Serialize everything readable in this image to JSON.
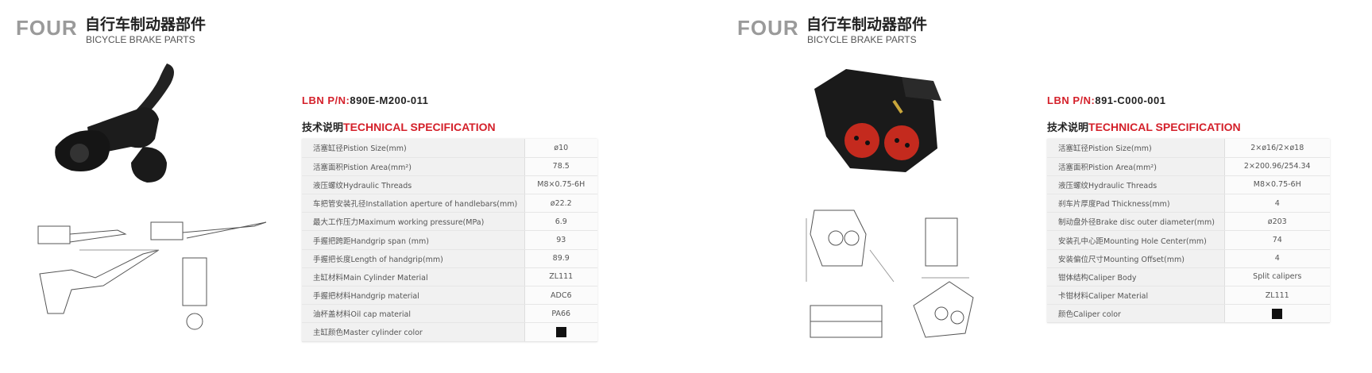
{
  "pages": [
    {
      "section": "FOUR",
      "title_cn": "自行车制动器部件",
      "title_en": "BICYCLE BRAKE PARTS",
      "pn_prefix": "LBN  P/N:",
      "pn": "890E-M200-011",
      "spec_cn": "技术说明",
      "spec_en": "TECHNICAL SPECIFICATION",
      "rows": [
        {
          "label": "活塞缸径Pistion Size(mm)",
          "value": "ø10"
        },
        {
          "label": "活塞面积Pistion Area(mm²)",
          "value": "78.5"
        },
        {
          "label": "液压螺纹Hydraulic Threads",
          "value": "M8×0.75-6H"
        },
        {
          "label": "车把管安装孔径Installation aperture of handlebars(mm)",
          "value": "ø22.2"
        },
        {
          "label": "最大工作压力Maximum working pressure(MPa)",
          "value": "6.9"
        },
        {
          "label": "手握把跨距Handgrip span (mm)",
          "value": "93"
        },
        {
          "label": "手握把长度Length of handgrip(mm)",
          "value": "89.9"
        },
        {
          "label": "主缸材料Main Cylinder Material",
          "value": "ZL111"
        },
        {
          "label": "手握把材料Handgrip material",
          "value": "ADC6"
        },
        {
          "label": "油杯盖材料Oil cap material",
          "value": "PA66"
        },
        {
          "label": "主缸颜色Master cylinder color",
          "value": "",
          "swatch": "#111111"
        }
      ]
    },
    {
      "section": "FOUR",
      "title_cn": "自行车制动器部件",
      "title_en": "BICYCLE BRAKE PARTS",
      "pn_prefix": "LBN  P/N:",
      "pn": "891-C000-001",
      "spec_cn": "技术说明",
      "spec_en": "TECHNICAL SPECIFICATION",
      "rows": [
        {
          "label": "活塞缸径Pistion Size(mm)",
          "value": "2×ø16/2×ø18"
        },
        {
          "label": "活塞面积Pistion Area(mm²)",
          "value": "2×200.96/254.34"
        },
        {
          "label": "液压螺纹Hydraulic Threads",
          "value": "M8×0.75-6H"
        },
        {
          "label": "刹车片厚度Pad Thickness(mm)",
          "value": "4"
        },
        {
          "label": "制动盘外径Brake disc outer diameter(mm)",
          "value": "ø203"
        },
        {
          "label": "安装孔中心距Mounting Hole Center(mm)",
          "value": "74"
        },
        {
          "label": "安装偏位尺寸Mounting Offset(mm)",
          "value": "4"
        },
        {
          "label": "钳体结构Caliper Body",
          "value": "Split calipers"
        },
        {
          "label": "卡钳材料Caliper Material",
          "value": "ZL111"
        },
        {
          "label": "颜色Caliper color",
          "value": "",
          "swatch": "#111111"
        }
      ]
    }
  ],
  "colors": {
    "accent": "#d4202a",
    "section": "#9a9a9a"
  }
}
